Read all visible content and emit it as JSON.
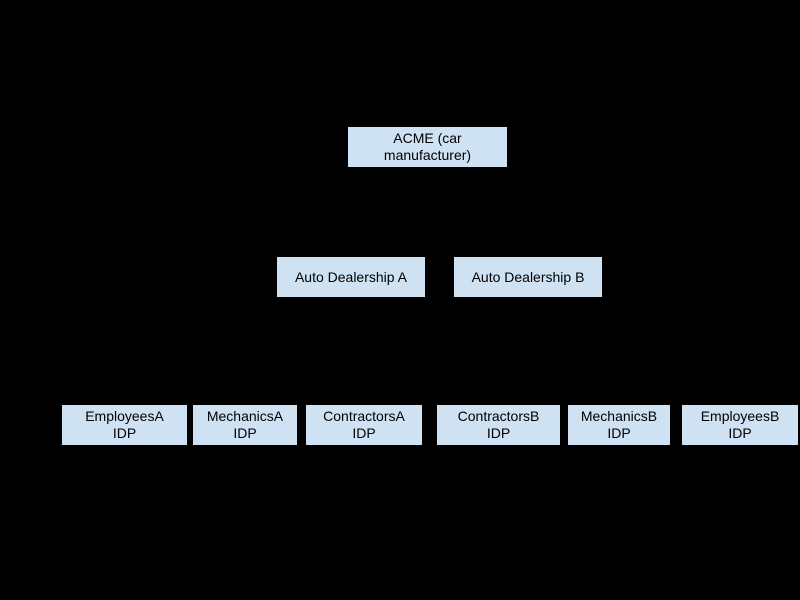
{
  "diagram": {
    "type": "hierarchy",
    "colors": {
      "background": "#000000",
      "node_fill": "#cfe2f3",
      "node_text": "#000000"
    },
    "root": {
      "label": "ACME (car\nmanufacturer)"
    },
    "level2": [
      {
        "label": "Auto Dealership A"
      },
      {
        "label": "Auto Dealership B"
      }
    ],
    "level3": [
      {
        "label": "EmployeesA\nIDP"
      },
      {
        "label": "MechanicsA\nIDP"
      },
      {
        "label": "ContractorsA\nIDP"
      },
      {
        "label": "ContractorsB\nIDP"
      },
      {
        "label": "MechanicsB\nIDP"
      },
      {
        "label": "EmployeesB\nIDP"
      }
    ]
  }
}
